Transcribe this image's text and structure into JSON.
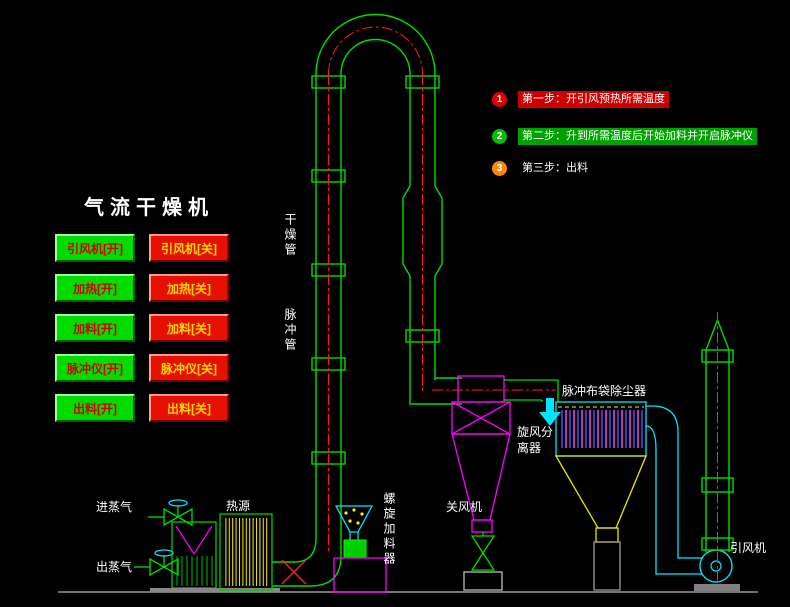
{
  "title": "气流干燥机",
  "buttons": {
    "on": [
      {
        "label": "引风机[开]"
      },
      {
        "label": "加热[开]"
      },
      {
        "label": "加料[开]"
      },
      {
        "label": "脉冲仪[开]"
      },
      {
        "label": "出料[开]"
      }
    ],
    "off": [
      {
        "label": "引风机[关]"
      },
      {
        "label": "加热[关]"
      },
      {
        "label": "加料[关]"
      },
      {
        "label": "脉冲仪[关]"
      },
      {
        "label": "出料[关]"
      }
    ]
  },
  "steps": [
    {
      "num": "1",
      "text": "第一步：开引风预热所需温度"
    },
    {
      "num": "2",
      "text": "第二步：升到所需温度后开始加料并开启脉冲仪"
    },
    {
      "num": "3",
      "text": "第三步：出料"
    }
  ],
  "labels": {
    "drying_pipe": "干燥管",
    "pulse_pipe": "脉冲管",
    "cyclone": "旋风分离器",
    "bag_filter": "脉冲布袋除尘器",
    "rotary_valve": "关风机",
    "draft_fan": "引风机",
    "steam_in": "进蒸气",
    "steam_out": "出蒸气",
    "heat_source": "热源",
    "screw_feeder": "螺旋加料器"
  },
  "colors": {
    "background": "#000000",
    "on_button": "#00dc00",
    "on_button_text": "#d40000",
    "off_button": "#e61000",
    "off_button_text": "#ffd800",
    "pipe_green": "#00dd00",
    "centerline_red": "#ff1a1a",
    "cyclone_magenta": "#ff00ff",
    "filter_cyan": "#00e5ff",
    "heater_yellow": "#ffee00",
    "step1_strip": "#cc0000",
    "step2_strip": "#00a000",
    "step3_dot": "#ff8800"
  }
}
